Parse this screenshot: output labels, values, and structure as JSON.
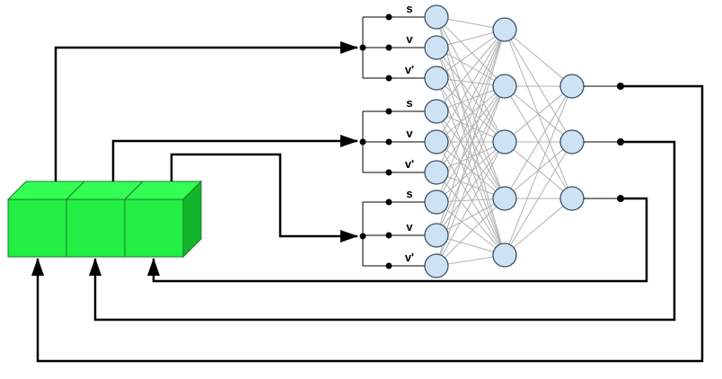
{
  "diagram": {
    "groups": [
      {
        "labels": [
          "s",
          "v",
          "v'"
        ]
      },
      {
        "labels": [
          "s",
          "v",
          "v'"
        ]
      },
      {
        "labels": [
          "s",
          "v",
          "v'"
        ]
      }
    ],
    "layers": {
      "input": 9,
      "hidden": 5,
      "output": 3
    },
    "block_count": 3,
    "colors": {
      "neuron_fill": "#cde3f3",
      "neuron_stroke": "#3a5068",
      "block_front": "#22ee44",
      "block_top": "#33ff55",
      "block_side": "#13b52a",
      "block_edge": "#1f7a2a",
      "connection": "#b0b0b0",
      "wire": "#000000"
    }
  }
}
